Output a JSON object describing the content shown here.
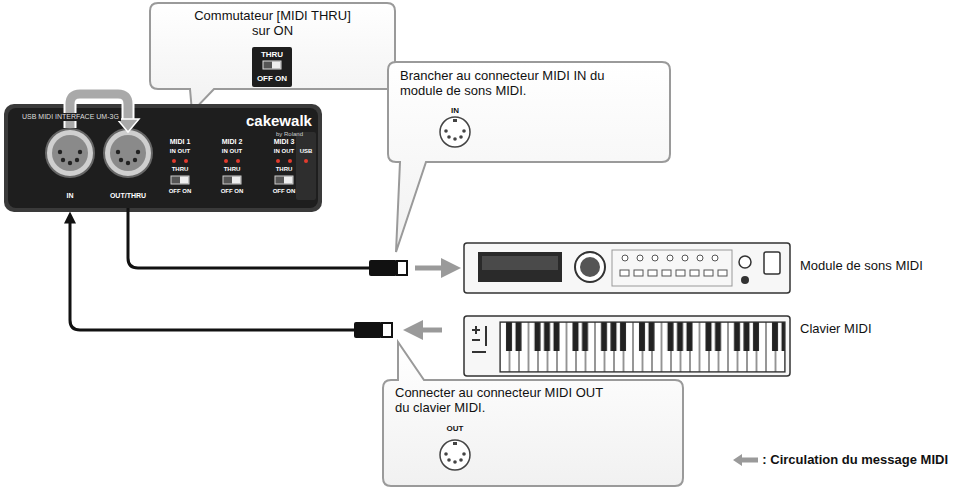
{
  "diagram": {
    "nodes": [
      {
        "text": [
          "Commutateur [MIDI THRU] sur ON",
          "THRU",
          "OFF ON"
        ]
      },
      {
        "text": [
          "USB MIDI INTERFACE UM-3G",
          "cakewalk",
          "by Roland",
          "MIDI 1",
          "IN OUT",
          "THRU",
          "OFF ON",
          "MIDI 2",
          "IN OUT",
          "THRU",
          "OFF ON",
          "MIDI 3",
          "IN OUT",
          "THRU",
          "OFF ON",
          "USB",
          "IN",
          "OUT/THRU"
        ]
      },
      {
        "text": [
          "Brancher au connecteur MIDI IN du module de sons MIDI.",
          "IN"
        ]
      },
      {
        "text": [
          "Module de sons MIDI"
        ]
      },
      {
        "text": [
          "Clavier MIDI"
        ]
      },
      {
        "text": [
          "Connecter au connecteur MIDI OUT du clavier MIDI.",
          "OUT"
        ]
      }
    ],
    "edges": [
      {
        "from": 1,
        "to": 3,
        "arrow": "to"
      },
      {
        "from": 4,
        "to": 1,
        "arrow": "to"
      }
    ],
    "legend": [
      {
        "text": ": Circulation du message MIDI"
      }
    ]
  }
}
